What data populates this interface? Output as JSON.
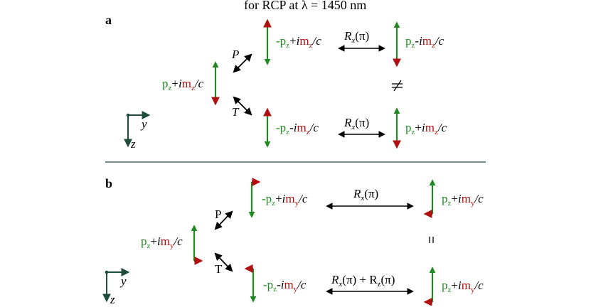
{
  "title": "for RCP at λ = 1450 nm",
  "colors": {
    "green": "#1f8a1f",
    "red": "#b01010",
    "axis": "#1e4d3a",
    "divider": "#1e4d3a"
  },
  "panel_a": {
    "label": "a",
    "axis_y": "y",
    "axis_z": "z",
    "start_state": {
      "p": "p",
      "p_sub": "z",
      "sign": "+",
      "i": "i",
      "m": "m",
      "m_sub": "z",
      "c": "/c"
    },
    "p_label": "P",
    "t_label": "T",
    "top_state": {
      "pre": "-p",
      "p_sub": "z",
      "sign": "+",
      "i": "i",
      "m": "m",
      "m_sub": "z",
      "c": "/c"
    },
    "bottom_state": {
      "pre": "-p",
      "p_sub": "z",
      "sign": "-",
      "i": "i",
      "m": "m",
      "m_sub": "z",
      "c": "/c"
    },
    "top_op": {
      "R": "R",
      "sub": "x",
      "arg": "(π)"
    },
    "bottom_op": {
      "R": "R",
      "sub": "x",
      "arg": "(π)"
    },
    "top_result": {
      "p": "p",
      "p_sub": "z",
      "sign": "-",
      "i": "i",
      "m": "m",
      "m_sub": "z",
      "c": "/c"
    },
    "bottom_result": {
      "p": "p",
      "p_sub": "z",
      "sign": "+",
      "i": "i",
      "m": "m",
      "m_sub": "z",
      "c": "/c"
    },
    "relation": "≠"
  },
  "panel_b": {
    "label": "b",
    "axis_y": "y",
    "axis_z": "z",
    "start_state": {
      "p": "p",
      "p_sub": "z",
      "sign": "+",
      "i": "i",
      "m": "m",
      "m_sub": "y",
      "c": "/c"
    },
    "p_label": "P",
    "t_label": "T",
    "top_state": {
      "pre": "-p",
      "p_sub": "z",
      "sign": "+",
      "i": "i",
      "m": "m",
      "m_sub": "y",
      "c": "/c"
    },
    "bottom_state": {
      "pre": "-p",
      "p_sub": "z",
      "sign": "-",
      "i": "i",
      "m": "m",
      "m_sub": "y",
      "c": "/c"
    },
    "top_op": {
      "R": "R",
      "sub": "x",
      "arg": "(π)"
    },
    "bottom_op": {
      "R": "R",
      "sub": "x",
      "arg": "(π) + R",
      "sub2": "z",
      "arg2": "(π)"
    },
    "top_result": {
      "p": "p",
      "p_sub": "z",
      "sign": "+",
      "i": "i",
      "m": "m",
      "m_sub": "y",
      "c": "/c"
    },
    "bottom_result": {
      "p": "p",
      "p_sub": "z",
      "sign": "+",
      "i": "i",
      "m": "m",
      "m_sub": "y",
      "c": "/c"
    },
    "relation": "="
  }
}
